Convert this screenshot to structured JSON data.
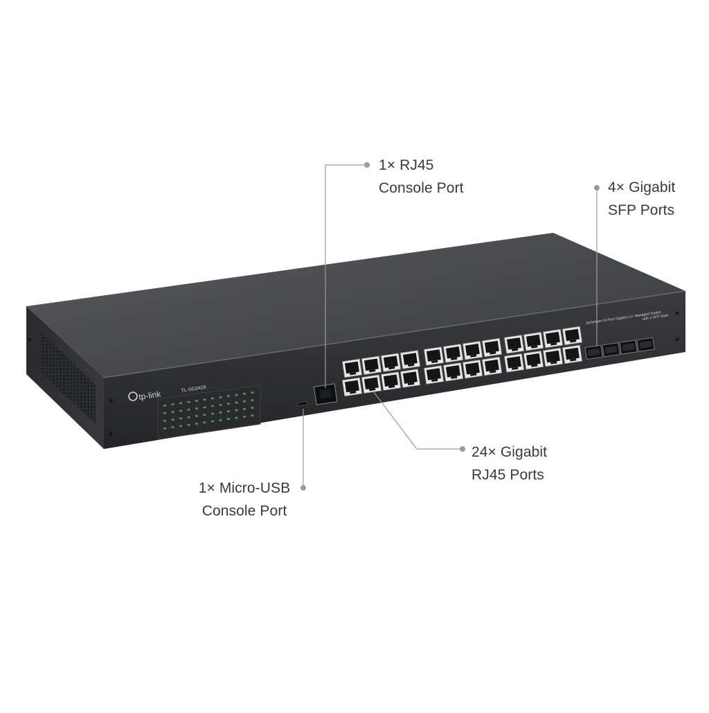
{
  "callouts": {
    "rj45_console": {
      "line1": "1× RJ45",
      "line2": "Console Port"
    },
    "sfp": {
      "line1": "4× Gigabit",
      "line2": "SFP Ports"
    },
    "gigabit_rj45": {
      "line1": "24× Gigabit",
      "line2": "RJ45 Ports"
    },
    "micro_usb": {
      "line1": "1× Micro-USB",
      "line2": "Console Port"
    }
  },
  "device": {
    "brand": "tp-link",
    "model": "TL-SG3428",
    "description_line1": "JetStream 24-Port Gigabit L2+ Managed Switch",
    "description_line2": "with 4 SFP Slots"
  },
  "colors": {
    "background": "#ffffff",
    "chassis_top": "#4a4b4d",
    "chassis_front": "#2c2d2f",
    "callout_text": "#3a3a3a",
    "leader_line": "#9a9a9a"
  }
}
